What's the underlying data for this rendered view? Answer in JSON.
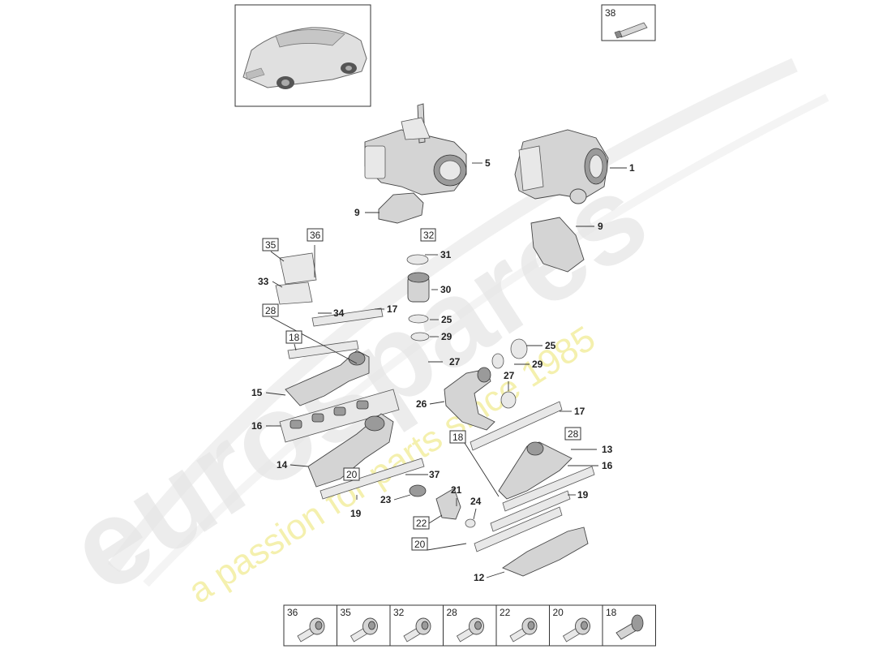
{
  "watermark": {
    "brand": "eurospares",
    "tagline": "a passion for parts since 1985",
    "brand_color": "#e6e6e6",
    "tagline_color": "#f2ed9a"
  },
  "thumbnail": {
    "icon": "car-thumbnail-icon"
  },
  "sealant_box": {
    "ref": "38",
    "icon": "sealant-tube-icon"
  },
  "callouts": {
    "c1": "1",
    "c5": "5",
    "c9a": "9",
    "c9b": "9",
    "c31": "31",
    "c32": "32",
    "c30": "30",
    "c25a": "25",
    "c29a": "29",
    "c35": "35",
    "c36": "36",
    "c33": "33",
    "c34": "34",
    "c17a": "17",
    "c28a": "28",
    "c18a": "18",
    "c27a": "27",
    "c25b": "25",
    "c29b": "29",
    "c27b": "27",
    "c15": "15",
    "c26": "26",
    "c17b": "17",
    "c16a": "16",
    "c28b": "28",
    "c18b": "18",
    "c13": "13",
    "c16b": "16",
    "c14": "14",
    "c20a": "20",
    "c37": "37",
    "c21": "21",
    "c23": "23",
    "c19a": "19",
    "c24": "24",
    "c19b": "19",
    "c22": "22",
    "c20b": "20",
    "c12": "12"
  },
  "fastener_strip": [
    {
      "ref": "36",
      "icon": "bolt-icon"
    },
    {
      "ref": "35",
      "icon": "bolt-icon"
    },
    {
      "ref": "32",
      "icon": "bolt-icon"
    },
    {
      "ref": "28",
      "icon": "bolt-icon"
    },
    {
      "ref": "22",
      "icon": "bolt-icon"
    },
    {
      "ref": "20",
      "icon": "bolt-icon"
    },
    {
      "ref": "18",
      "icon": "nut-icon"
    }
  ]
}
